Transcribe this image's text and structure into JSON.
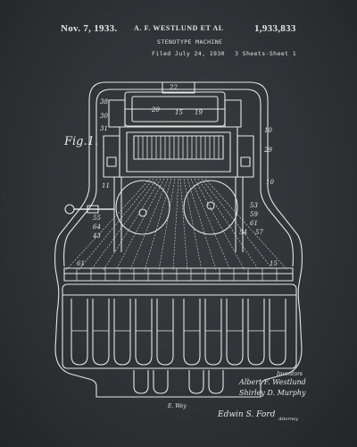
{
  "header": {
    "date": "Nov. 7, 1933.",
    "inventor": "A. F. WESTLUND ET AL",
    "patent_number": "1,933,833",
    "title": "STENOTYPE MACHINE",
    "filed": "Filed July 24, 1930",
    "sheets": "3 Sheets-Sheet 1"
  },
  "figure": {
    "label": "Fig.1.",
    "reference_numbers": [
      "22",
      "20",
      "15",
      "19",
      "38",
      "30",
      "31",
      "10",
      "29",
      "11",
      "55",
      "64",
      "43",
      "10",
      "53",
      "59",
      "61",
      "54",
      "57",
      "61",
      "15"
    ]
  },
  "inventors": {
    "caption": "Inventors",
    "names": [
      "Albert F. Westlund",
      "Shirley D. Murphy"
    ],
    "attorney_caption": "Attorney",
    "attorney_signature": "Edwin S. Ford",
    "witness": "E. Wey"
  },
  "colors": {
    "background": "#2f3336",
    "ink": "#e4e4e2"
  }
}
